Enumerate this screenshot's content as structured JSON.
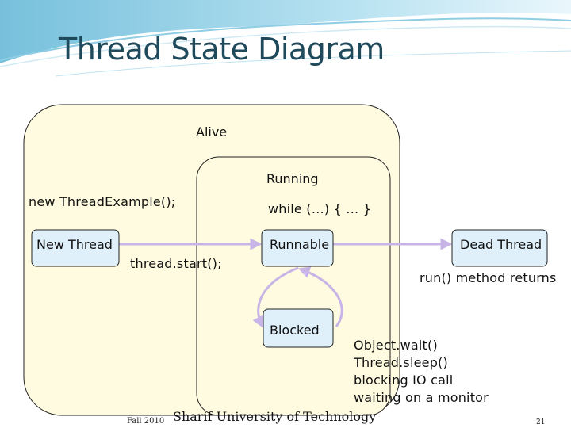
{
  "slide": {
    "title": "Thread State Diagram",
    "footer_left": "Fall 2010",
    "footer_center": "Sharif University of Technology",
    "page_number": "21"
  },
  "diagram": {
    "alive_label": "Alive",
    "running_label": "Running",
    "new_thread": "New Thread",
    "runnable": "Runnable",
    "blocked": "Blocked",
    "dead_thread": "Dead Thread",
    "create_call": "new ThreadExample();",
    "start_call": "thread.start();",
    "loop_code": "while (…) { … }",
    "run_returns": "run() method returns",
    "block_causes": [
      "Object.wait()",
      "Thread.sleep()",
      "blocking IO call",
      "waiting on a monitor"
    ]
  },
  "colors": {
    "alive_fill": "#fffbe0",
    "state_fill": "#dff0fb",
    "arrow": "#c8b4e6",
    "title": "#1f4a5c"
  }
}
